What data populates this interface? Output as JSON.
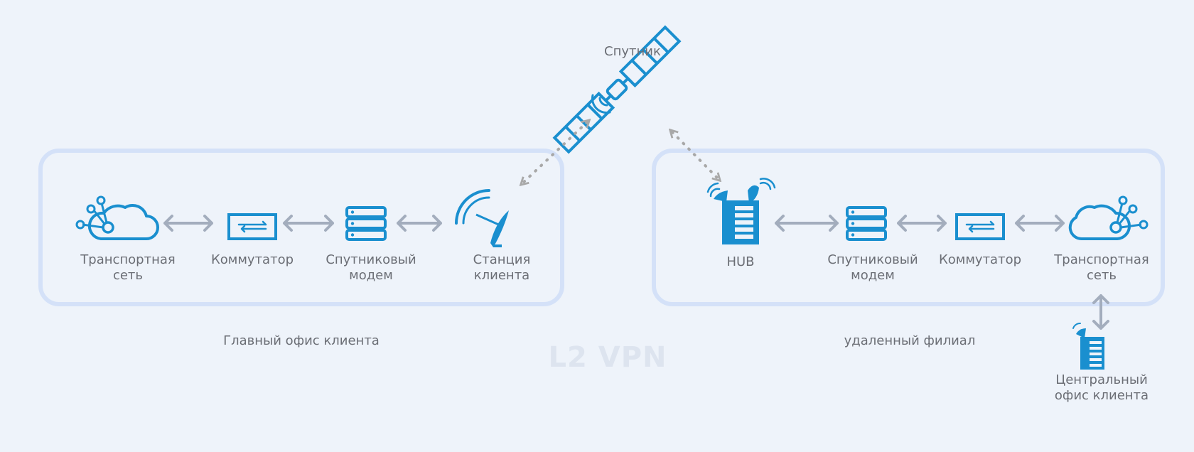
{
  "colors": {
    "background": "#eef3fa",
    "icon_blue": "#1a8fcf",
    "arrow_gray": "#a3adbd",
    "dotted_gray": "#a8a8a8",
    "group_border": "#d4e1f8",
    "label_text": "#6b6e75",
    "watermark": "#dde4ef"
  },
  "satellite": {
    "icon": "satellite-icon",
    "label": "Спутник"
  },
  "main_office": {
    "caption": "Главный офис клиента",
    "nodes": [
      {
        "icon": "cloud-network-icon",
        "line1": "Транспортная",
        "line2": "сеть"
      },
      {
        "icon": "switch-icon",
        "line1": "Коммутатор",
        "line2": ""
      },
      {
        "icon": "modem-icon",
        "line1": "Спутниковый",
        "line2": "модем"
      },
      {
        "icon": "satellite-dish-icon",
        "line1": "Станция",
        "line2": "клиента"
      }
    ]
  },
  "remote_branch": {
    "caption": "удаленный филиал",
    "nodes": [
      {
        "icon": "hub-building-icon",
        "line1": "HUB",
        "line2": ""
      },
      {
        "icon": "modem-icon",
        "line1": "Спутниковый",
        "line2": "модем"
      },
      {
        "icon": "switch-icon",
        "line1": "Коммутатор",
        "line2": ""
      },
      {
        "icon": "cloud-network-icon",
        "line1": "Транспортная",
        "line2": "сеть"
      }
    ]
  },
  "central_office": {
    "icon": "central-office-building-icon",
    "line1": "Центральный",
    "line2": "офис клиента"
  },
  "watermark": "L2 VPN"
}
